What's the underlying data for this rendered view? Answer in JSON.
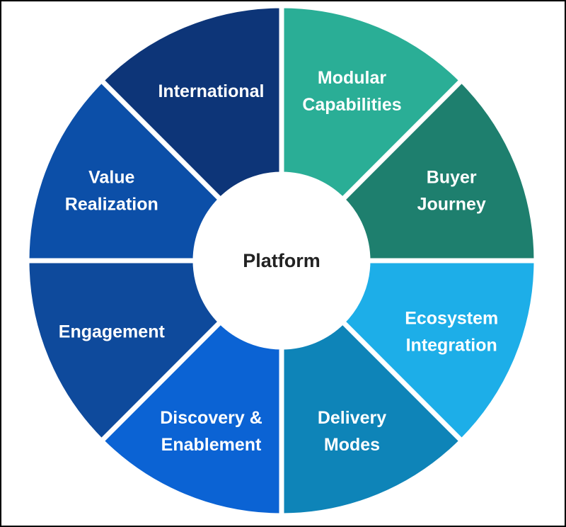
{
  "center": {
    "label": "Platform",
    "color": "#ffffff"
  },
  "segments": [
    {
      "lines": [
        "Modular",
        "Capabilities"
      ],
      "color": "#2aae96"
    },
    {
      "lines": [
        "Buyer",
        "Journey"
      ],
      "color": "#1e7f6e"
    },
    {
      "lines": [
        "Ecosystem",
        "Integration"
      ],
      "color": "#1daee8"
    },
    {
      "lines": [
        "Delivery",
        "Modes"
      ],
      "color": "#0e84b8"
    },
    {
      "lines": [
        "Discovery &",
        "Enablement"
      ],
      "color": "#0b63d4"
    },
    {
      "lines": [
        "Engagement"
      ],
      "color": "#0e4a9c"
    },
    {
      "lines": [
        "Value",
        "Realization"
      ],
      "color": "#0c4fa8"
    },
    {
      "lines": [
        "International"
      ],
      "color": "#0d3578"
    }
  ]
}
